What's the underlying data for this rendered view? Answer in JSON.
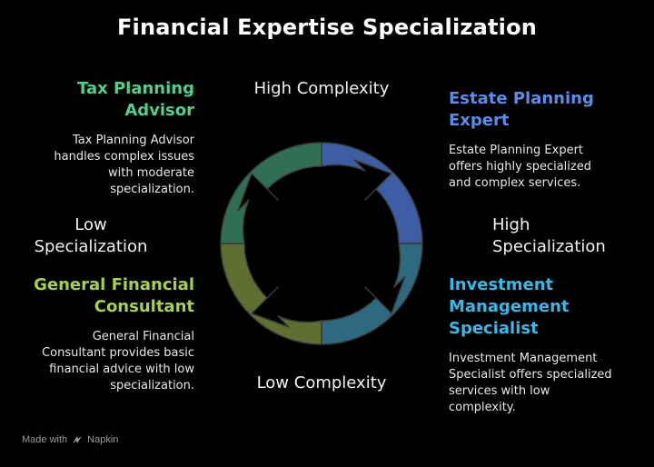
{
  "title": "Financial Expertise Specialization",
  "axes": {
    "top": "High Complexity",
    "bottom": "Low Complexity",
    "left_line1": "Low",
    "left_line2": "Specialization",
    "right_line1": "High",
    "right_line2": "Specialization"
  },
  "quadrants": {
    "top_left": {
      "heading_line1": "Tax Planning",
      "heading_line2": "Advisor",
      "desc_lines": [
        "Tax Planning Advisor",
        "handles complex issues",
        "with moderate",
        "specialization."
      ],
      "color": "#4fd08b"
    },
    "top_right": {
      "heading_line1": "Estate Planning",
      "heading_line2": "Expert",
      "desc_lines": [
        "Estate Planning Expert",
        "offers highly specialized",
        "and complex services."
      ],
      "color": "#5b8de8"
    },
    "bottom_left": {
      "heading_line1": "General Financial",
      "heading_line2": "Consultant",
      "desc_lines": [
        "General Financial",
        "Consultant provides basic",
        "financial advice with low",
        "specialization."
      ],
      "color": "#a6d24a"
    },
    "bottom_right": {
      "heading_line1": "Investment",
      "heading_line2": "Management",
      "heading_line3": "Specialist",
      "desc_lines": [
        "Investment Management",
        "Specialist offers specialized",
        "services with low",
        "complexity."
      ],
      "color": "#38b8e8"
    }
  },
  "segment_colors": {
    "top_right": "#3d5ea4",
    "bottom_right": "#2d6a80",
    "bottom_left": "#5f6f30",
    "top_left": "#2f7055"
  },
  "footer": {
    "made_with": "Made with",
    "brand": "Napkin"
  }
}
